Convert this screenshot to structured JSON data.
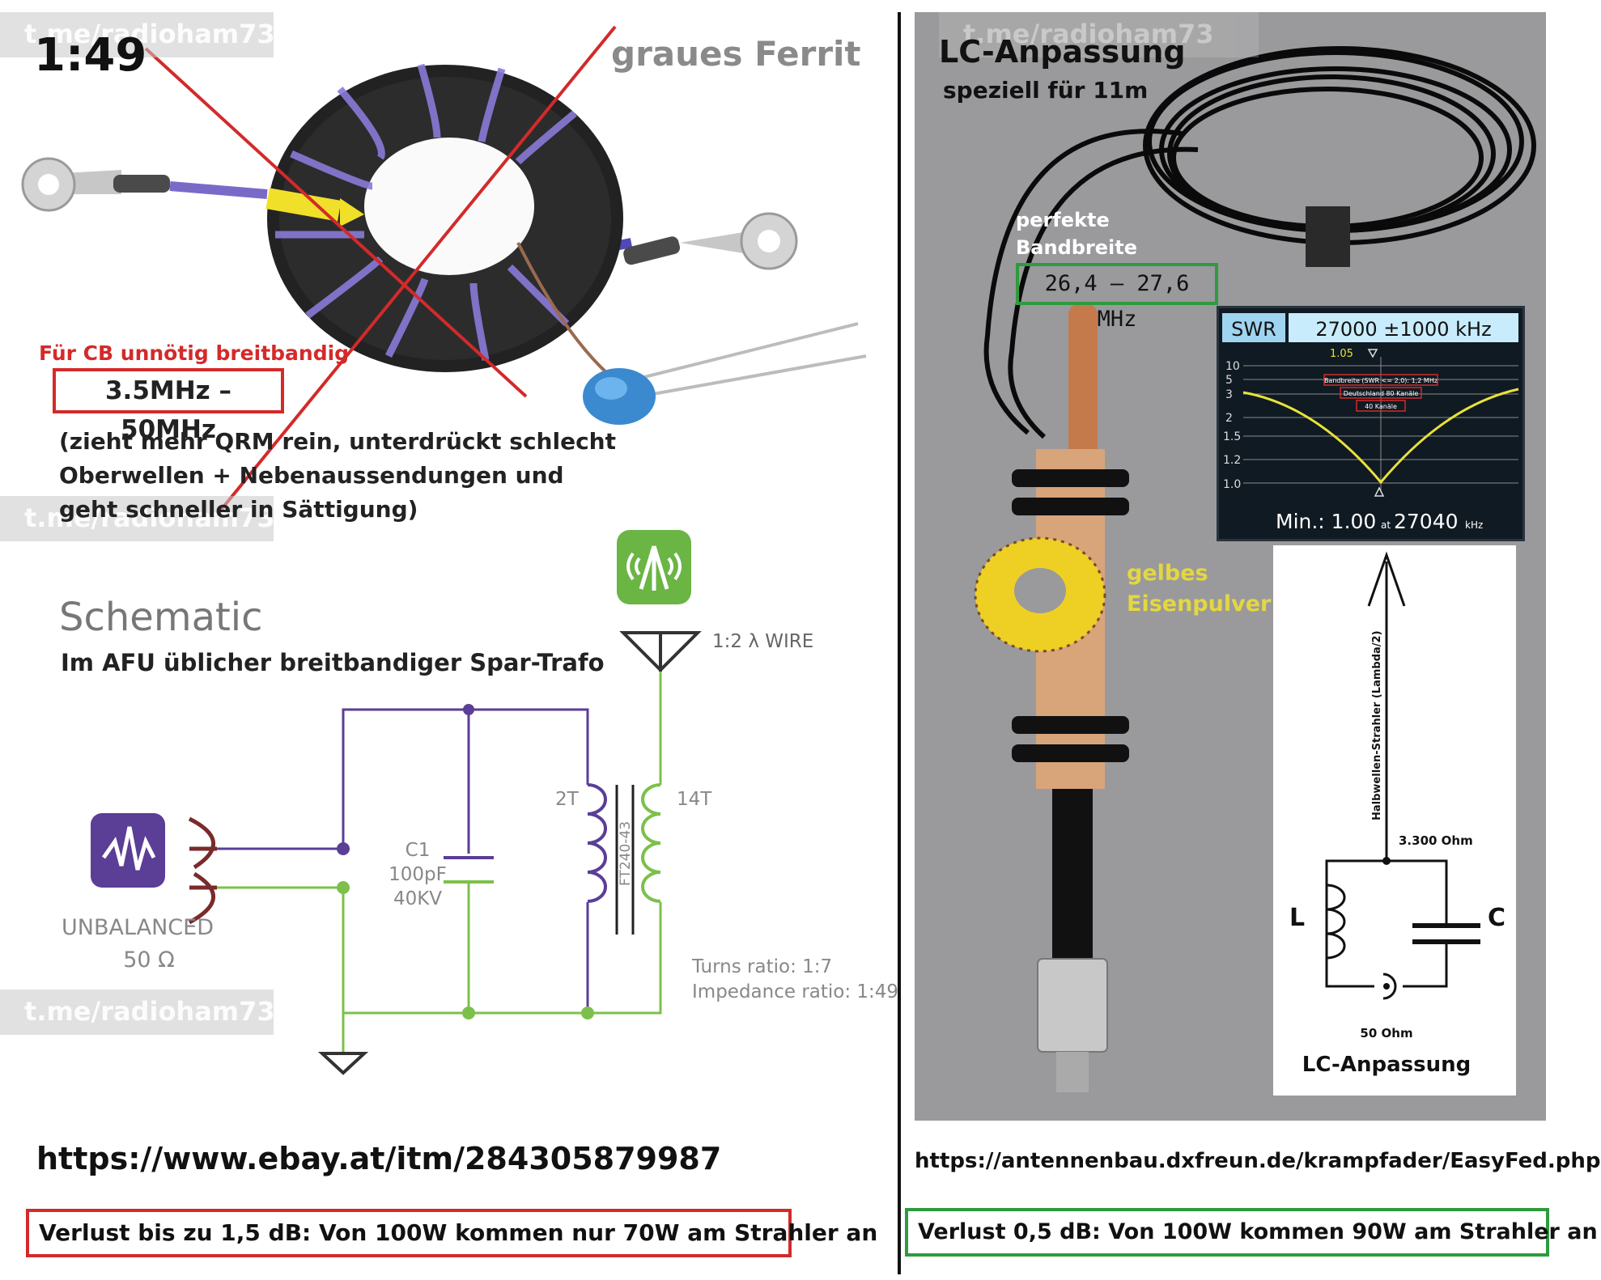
{
  "left": {
    "ratio_label": "1:49",
    "ferrite_label": "graues Ferrit",
    "cb_warning": "Für CB unnötig breitbandig",
    "freq_range": "3.5MHz – 50MHz",
    "qrm_note": [
      "(zieht mehr QRM rein, unterdrückt schlecht",
      "Oberwellen + Nebenaussendungen und",
      "geht schneller  in Sättigung)"
    ],
    "schematic_title": "Schematic",
    "schematic_subtitle": "Im AFU üblicher breitbandiger Spar-Trafo",
    "antenna_label": "1:2 λ WIRE",
    "primary_turns": "2T",
    "secondary_turns": "14T",
    "core_label": "FT240-43",
    "capacitor": [
      "C1",
      "100pF",
      "40KV"
    ],
    "source_label": [
      "UNBALANCED",
      "50 Ω"
    ],
    "ratios": [
      "Turns ratio: 1:7",
      "Impedance ratio: 1:49"
    ],
    "url": "https://www.ebay.at/itm/284305879987",
    "loss": "Verlust bis zu 1,5 dB: Von 100W kommen nur 70W am Strahler an"
  },
  "right": {
    "title": "LC-Anpassung",
    "subtitle": "speziell für 11m",
    "bandwidth_label": [
      "perfekte",
      "Bandbreite"
    ],
    "bandwidth_range": "26,4 – 27,6 MHz",
    "swr_tag": "SWR",
    "swr_center": "27000 ±1000 kHz",
    "swr_marker": "1.05",
    "swr_yticks": [
      "10",
      "5",
      "3",
      "2",
      "1.5",
      "1.2",
      "1.0"
    ],
    "swr_bands": [
      "Bandbreite (SWR <= 2,0): 1,2 MHz",
      "Deutschland 80 Kanäle",
      "40 Kanäle"
    ],
    "swr_min_label": "Min.: 1.00",
    "swr_min_at": "at",
    "swr_min_freq": "27040",
    "swr_min_unit": "kHz",
    "core_label": [
      "gelbes",
      "Eisenpulver"
    ],
    "radiator_label": "Halbwellen-Strahler (Lambda/2)",
    "high_z": "3.300 Ohm",
    "inductor": "L",
    "capacitor": "C",
    "low_z": "50 Ohm",
    "lc_title": "LC-Anpassung",
    "url": "https://antennenbau.dxfreun.de/krampfader/EasyFed.php",
    "loss": "Verlust 0,5 dB: Von 100W kommen 90W am Strahler an"
  },
  "watermark": "t.me/radioham73",
  "colors": {
    "red": "#d32a2a",
    "green": "#2e9b3e",
    "purple": "#5b3e96",
    "schematic_green": "#7cc04b",
    "swr_yellow": "#e8e23a"
  }
}
